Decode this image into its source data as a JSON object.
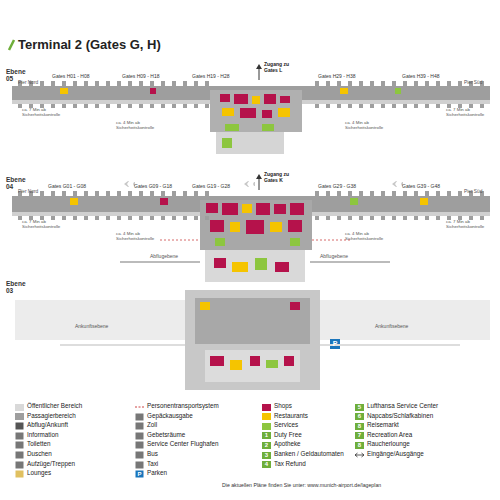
{
  "diagram": {
    "title": "Terminal 2 (Gates G, H)",
    "labels": [
      "Ebene 05",
      "Pier Nord",
      "Gates H01 - H08",
      "Gates H09 - H18",
      "Gates H19 - H28",
      "Zugang zu Gates L",
      "Gates H29 - H38",
      "Gates H39 - H48",
      "Pier Süd",
      "ca. 7 Min ab Sicherheitskontrolle",
      "ca. 4 Min ab Sicherheitskontrolle",
      "ca. 4 Min ab Sicherheitskontrolle",
      "ca. 7 Min ab Sicherheitskontrolle",
      "Ebene 04",
      "Pier Nord",
      "Gates G01 - G08",
      "Gates G09 - G18",
      "Gates G19 - G28",
      "Zugang zu Gates K",
      "Gates G29 - G38",
      "Gates G39 - G48",
      "Pier Süd",
      "ca. 7 Min ab Sicherheitskontrolle",
      "ca. 4 Min ab Sicherheitskontrolle",
      "ca. 4 Min ab Sicherheitskontrolle",
      "ca. 7 Min ab Sicherheitskontrolle",
      "Abflugebene",
      "Abflugebene",
      "Ebene 03",
      "Ankunftsebene",
      "Ankunftsebene",
      "P",
      "P",
      "1",
      "2",
      "3",
      "4",
      "5",
      "6",
      "8",
      "7",
      "8",
      "Die aktuellen Pläne finden Sie unter: www.munich-airport.de/lageplan"
    ],
    "legend": [
      {
        "text": "Öffentlicher Bereich",
        "color": "#d9d9d9"
      },
      {
        "text": "Passagierbereich",
        "color": "#9e9e9e"
      },
      {
        "text": "Abflug/Ankunft"
      },
      {
        "text": "Information"
      },
      {
        "text": "Toiletten"
      },
      {
        "text": "Duschen"
      },
      {
        "text": "Aufzüge/Treppen"
      },
      {
        "text": "Lounges"
      },
      {
        "text": "Personentransportsystem"
      },
      {
        "text": "Gepäckausgabe"
      },
      {
        "text": "Zoll"
      },
      {
        "text": "Gebetsräume"
      },
      {
        "text": "Service Center Flughafen"
      },
      {
        "text": "Bus"
      },
      {
        "text": "Taxi"
      },
      {
        "text": "Parken"
      },
      {
        "text": "Shops",
        "color": "#b5124b"
      },
      {
        "text": "Restaurants",
        "color": "#f5c400"
      },
      {
        "text": "Services",
        "color": "#8dc63f"
      },
      {
        "text": "Duty Free",
        "color": "#6fae3a"
      },
      {
        "text": "Apotheke",
        "color": "#6fae3a"
      },
      {
        "text": "Banken / Geldautomaten",
        "color": "#6fae3a"
      },
      {
        "text": "Tax Refund",
        "color": "#6fae3a"
      },
      {
        "text": "Lufthansa Service Center",
        "color": "#6fae3a"
      },
      {
        "text": "Napcabs/Schlafkabinen",
        "color": "#6fae3a"
      },
      {
        "text": "Reisemarkt",
        "color": "#6fae3a"
      },
      {
        "text": "Recreation Area",
        "color": "#6fae3a"
      },
      {
        "text": "Raucherlounge",
        "color": "#6fae3a"
      },
      {
        "text": "Eingänge/Ausgänge"
      }
    ]
  }
}
